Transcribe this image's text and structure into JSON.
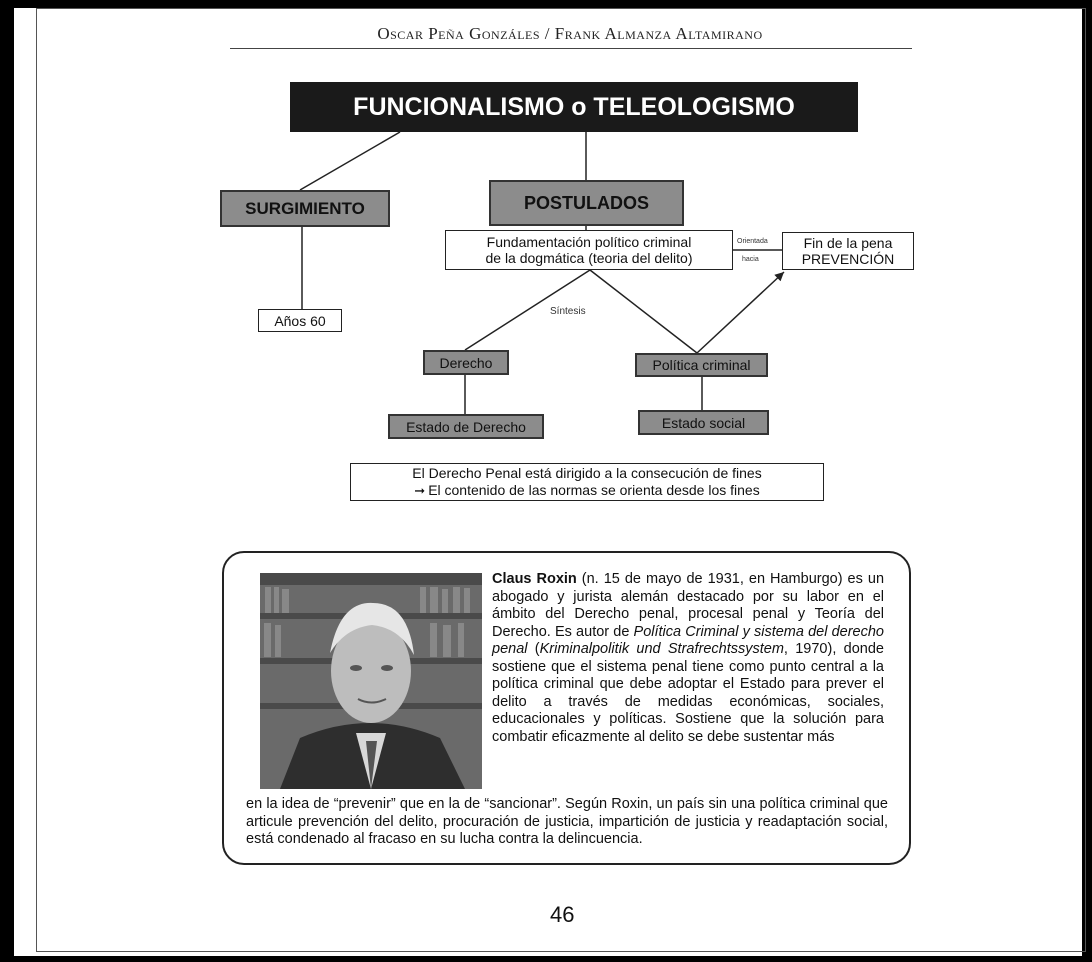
{
  "header": {
    "authors": "Oscar Peña Gonzáles / Frank Almanza Altamirano"
  },
  "diagram": {
    "title": "FUNCIONALISMO o TELEOLOGISMO",
    "surgimiento": "SURGIMIENTO",
    "postulados": "POSTULADOS",
    "fundamentacion_line1": "Fundamentación político criminal",
    "fundamentacion_line2": "de la dogmática (teoria del delito)",
    "orientada": "Orientada",
    "hacia": "hacia",
    "fin_line1": "Fin de la pena",
    "fin_line2": "PREVENCIÓN",
    "anios": "Años 60",
    "sintesis": "Síntesis",
    "derecho": "Derecho",
    "politica_criminal": "Política criminal",
    "estado_derecho": "Estado de Derecho",
    "estado_social": "Estado social",
    "statement_line1": "El Derecho Penal está dirigido a la consecución de fines",
    "statement_line2": "El contenido de las normas se orienta desde los fines"
  },
  "bio": {
    "name": "Claus Roxin",
    "part1": " (n. 15 de mayo de 1931, en Hamburgo) es un abogado y jurista alemán destacado por su labor en el ámbito del Derecho penal, procesal penal y Teoría del Derecho. Es autor de ",
    "book_title": "Política Criminal y sistema del derecho penal",
    "part2": " (",
    "book_german": "Kriminalpolitik und Strafrechtssystem",
    "part3": ", 1970), donde sostiene que el sistema penal tiene como punto central a la política criminal que debe adoptar el Estado para prever el delito a través de medidas económicas, sociales, educacionales y políticas. Sostiene que la solución para combatir eficazmente al delito se debe sustentar más",
    "part4": "en la idea de “prevenir” que en la de “sancionar”. Según Roxin, un país sin una política criminal que articule prevención del delito, procuración de justicia, impartición de justicia y readaptación social, está condenado al fracaso en su lucha contra la delincuencia."
  },
  "page_number": "46"
}
